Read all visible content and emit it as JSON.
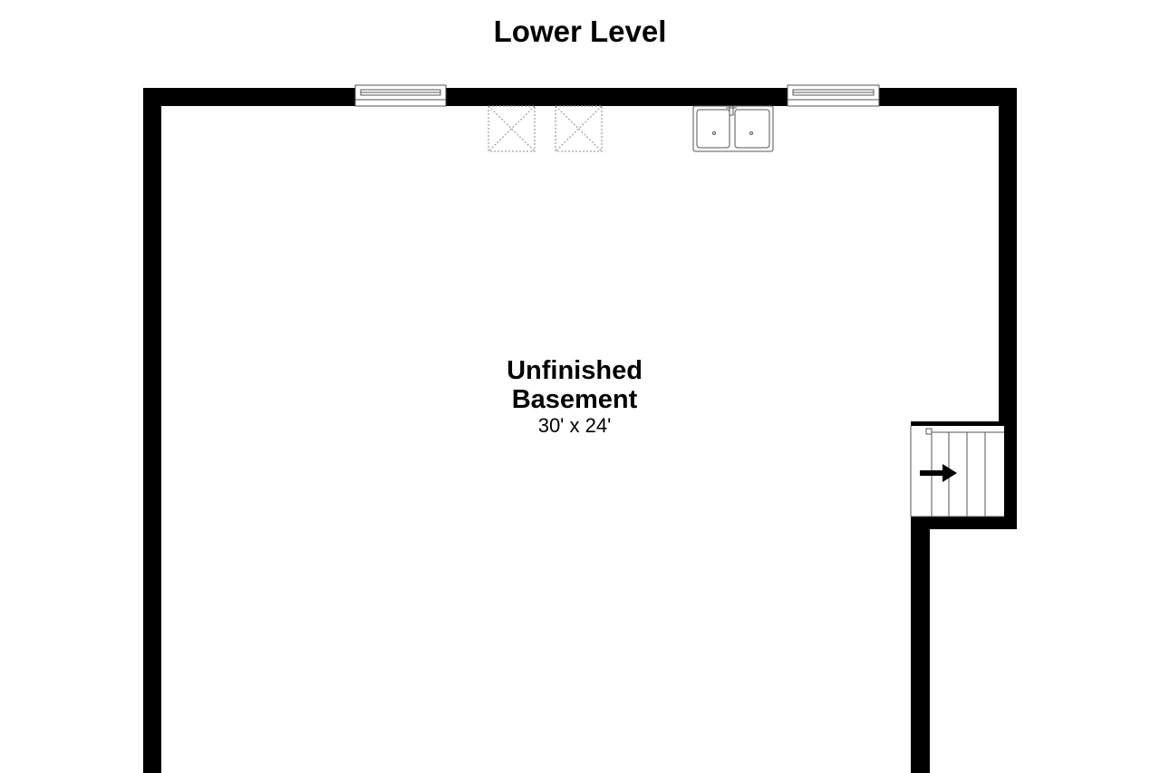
{
  "plan": {
    "title": "Lower Level",
    "room": {
      "name_line1": "Unfinished",
      "name_line2": "Basement",
      "dimensions": "30' x 24'"
    },
    "colors": {
      "wall": "#000000",
      "background": "#ffffff",
      "fixture_line": "#555555"
    },
    "fixtures": [
      "window",
      "window",
      "utility-box",
      "utility-box",
      "double-sink",
      "staircase"
    ],
    "stair_direction_icon": "arrow-right-icon"
  }
}
